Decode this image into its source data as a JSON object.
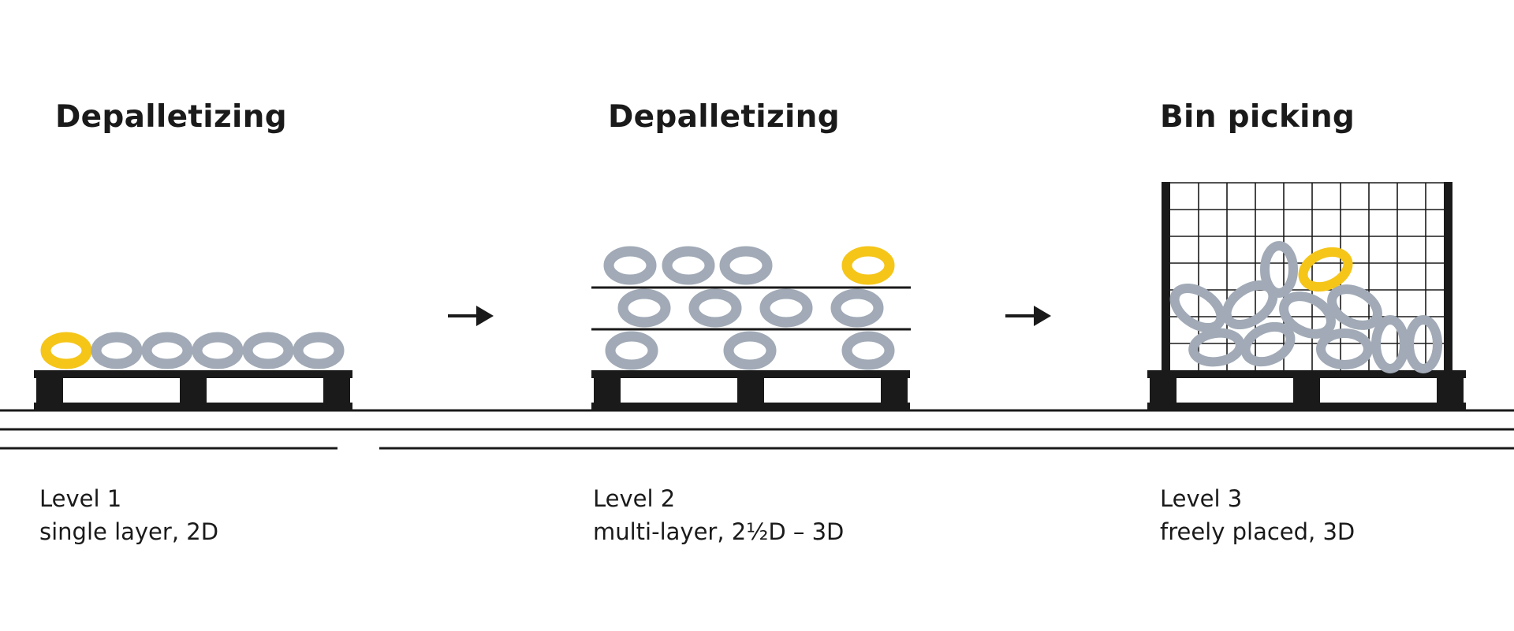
{
  "stages": [
    {
      "title": "Depalletizing",
      "level": "Level 1",
      "description": "single layer, 2D"
    },
    {
      "title": "Depalletizing",
      "level": "Level 2",
      "description": "multi-layer, 2½D – 3D"
    },
    {
      "title": "Bin picking",
      "level": "Level 3",
      "description": "freely placed, 3D"
    }
  ],
  "colors": {
    "highlight": "#F5C518",
    "part": "#A1AAB6",
    "ink": "#1a1a1a"
  }
}
